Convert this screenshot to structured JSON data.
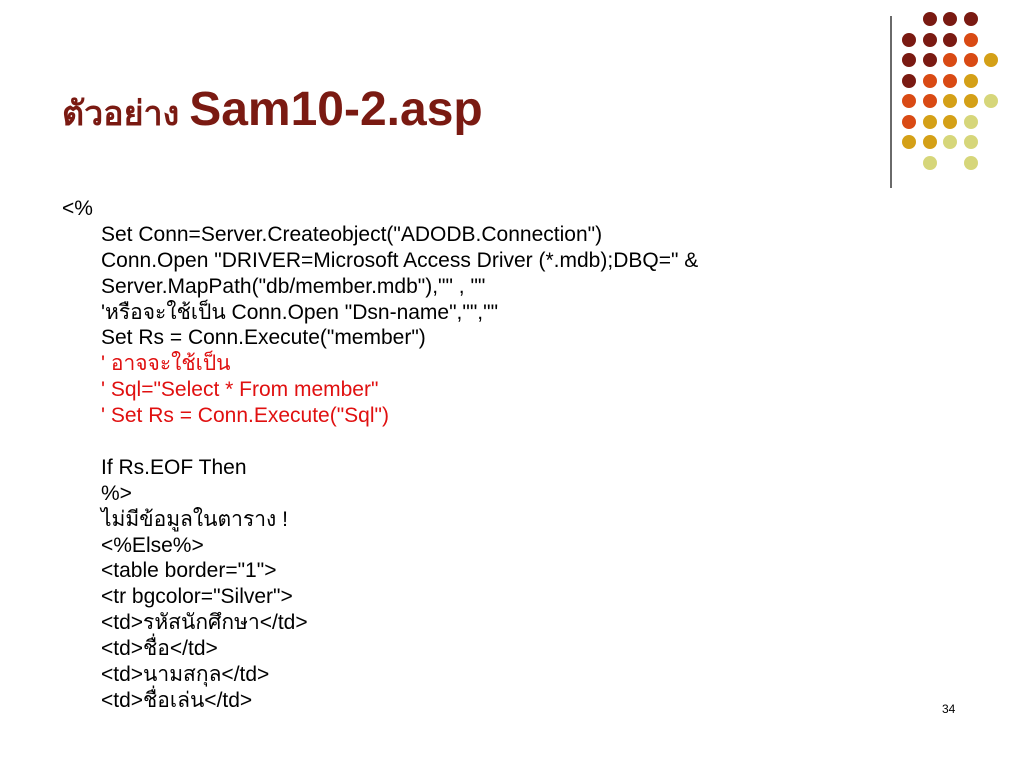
{
  "slide": {
    "title_thai": "ตัวอย่าง",
    "title_main": "Sam10-2.asp",
    "page_number": "34",
    "colors": {
      "title": "#7a1a12",
      "comment": "#e01010",
      "dot_dark": "#7a1a12",
      "dot_orange": "#d94a14",
      "dot_gold": "#d4a017",
      "dot_light": "#d6d67a"
    }
  },
  "code_lines": [
    {
      "text": "<%",
      "indent": false,
      "comment": false
    },
    {
      "text": "Set Conn=Server.Createobject(\"ADODB.Connection\")",
      "indent": true,
      "comment": false
    },
    {
      "text": "Conn.Open \"DRIVER=Microsoft Access Driver (*.mdb);DBQ=\" &",
      "indent": true,
      "comment": false
    },
    {
      "text": "Server.MapPath(\"db/member.mdb\"),\"\" , \"\"",
      "indent": true,
      "comment": false
    },
    {
      "text": "'หรือจะใช้เป็น Conn.Open \"Dsn-name\",\"\",\"\"",
      "indent": true,
      "comment": false
    },
    {
      "text": "Set Rs = Conn.Execute(\"member\")",
      "indent": true,
      "comment": false
    },
    {
      "text": "' อาจจะใช้เป็น",
      "indent": true,
      "comment": true
    },
    {
      "text": "' Sql=\"Select * From member\"",
      "indent": true,
      "comment": true
    },
    {
      "text": "' Set Rs = Conn.Execute(\"Sql\")",
      "indent": true,
      "comment": true
    },
    {
      "text": "",
      "indent": true,
      "comment": false
    },
    {
      "text": "If Rs.EOF Then",
      "indent": true,
      "comment": false
    },
    {
      "text": "%>",
      "indent": true,
      "comment": false
    },
    {
      "text": "ไม่มีข้อมูลในตาราง !",
      "indent": true,
      "comment": false
    },
    {
      "text": "<%Else%>",
      "indent": true,
      "comment": false
    },
    {
      "text": "<table border=\"1\">",
      "indent": true,
      "comment": false
    },
    {
      "text": "<tr bgcolor=\"Silver\">",
      "indent": true,
      "comment": false
    },
    {
      "text": "<td>รหัสนักศึกษา</td>",
      "indent": true,
      "comment": false
    },
    {
      "text": "<td>ชื่อ</td>",
      "indent": true,
      "comment": false
    },
    {
      "text": "<td>นามสกุล</td>",
      "indent": true,
      "comment": false
    },
    {
      "text": "<td>ชื่อเล่น</td>",
      "indent": true,
      "comment": false
    }
  ]
}
